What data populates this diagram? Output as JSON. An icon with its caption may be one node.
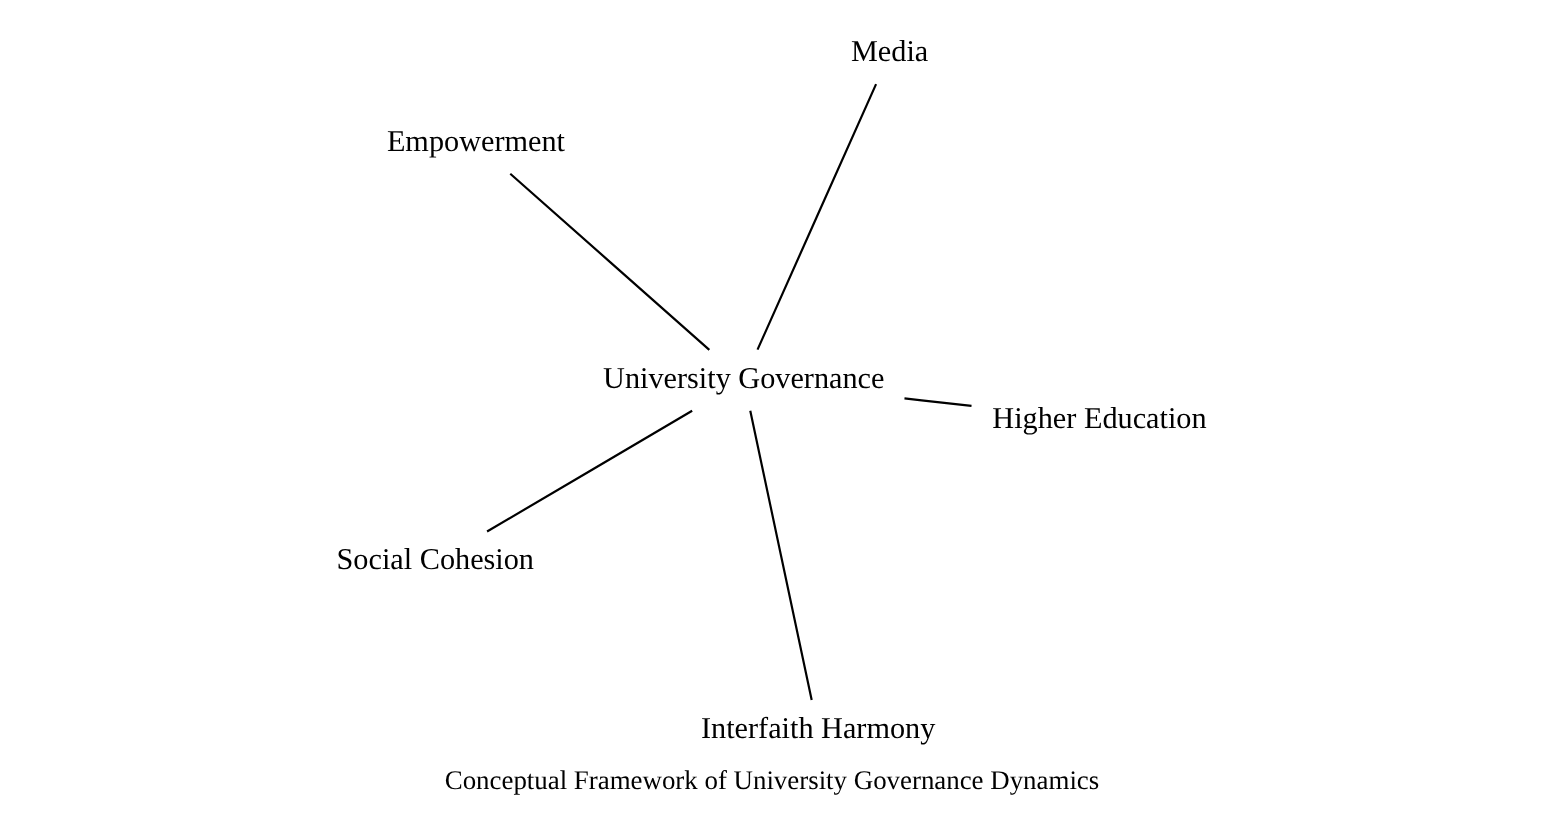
{
  "diagram": {
    "caption": "Conceptual Framework of University Governance Dynamics",
    "nodes": [
      {
        "text": [
          "Empowerment"
        ]
      },
      {
        "text": [
          "Higher Education"
        ]
      },
      {
        "text": [
          "Interfaith Harmony"
        ]
      },
      {
        "text": [
          "University Governance"
        ]
      },
      {
        "text": [
          "Media"
        ]
      },
      {
        "text": [
          "Social Cohesion"
        ]
      }
    ],
    "edges": [
      {
        "from": 3,
        "to": 0,
        "arrow": "none"
      },
      {
        "from": 3,
        "to": 1,
        "arrow": "none"
      },
      {
        "from": 3,
        "to": 2,
        "arrow": "none"
      },
      {
        "from": 3,
        "to": 4,
        "arrow": "none"
      },
      {
        "from": 3,
        "to": 5,
        "arrow": "none"
      }
    ]
  }
}
